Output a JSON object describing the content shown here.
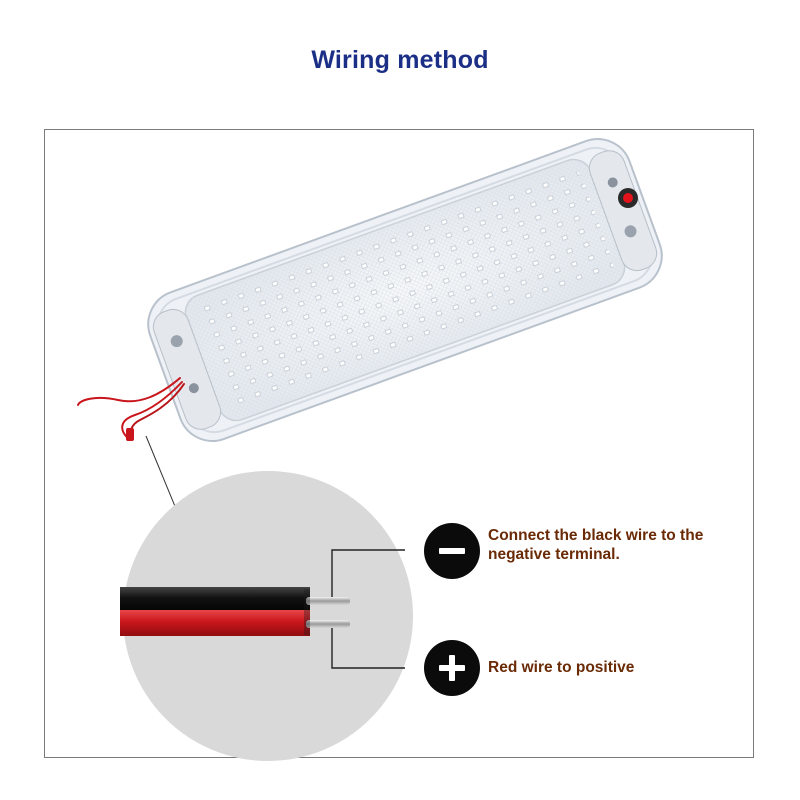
{
  "title": "Wiring method",
  "negative_instruction_line1": "Connect the black wire to the",
  "negative_instruction_line2": "negative terminal.",
  "positive_instruction": "Red wire to positive",
  "icons": {
    "negative": "minus-icon",
    "positive": "plus-icon"
  },
  "colors": {
    "title": "#1c2f86",
    "instruction_text": "#6a2a06",
    "red_wire": "#c9161c",
    "black_wire": "#111111",
    "icon_background": "#0b0b0b"
  }
}
